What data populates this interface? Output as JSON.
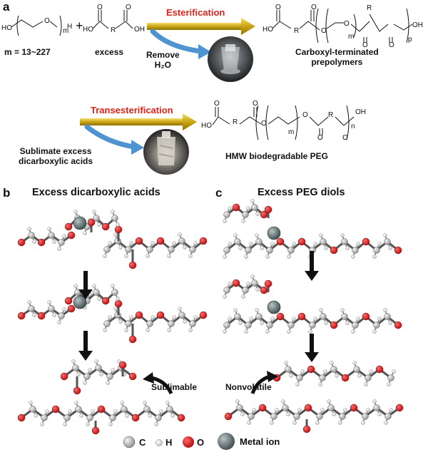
{
  "panel_a": {
    "letter": "a",
    "peg_label": "m = 13~227",
    "excess_label": "excess",
    "esterification_label": "Esterification",
    "remove_water_line1": "Remove",
    "remove_water_line2": "H₂O",
    "prepolymer_line1": "Carboxyl-terminated",
    "prepolymer_line2": "prepolymers",
    "transesterification_label": "Transesterification",
    "sublimate_line1": "Sublimate excess",
    "sublimate_line2": "dicarboxylic acids",
    "hmw_label": "HMW biodegradable PEG",
    "plus": "+",
    "chem_texts": {
      "ho": "HO",
      "h": "H",
      "m": "m",
      "o": "O",
      "oh": "OH",
      "r": "R",
      "p": "p",
      "n": "n"
    }
  },
  "panel_b": {
    "letter": "b",
    "title": "Excess dicarboxylic acids",
    "sublimable_label": "Sublimable"
  },
  "panel_c": {
    "letter": "c",
    "title": "Excess PEG diols",
    "nonvolatile_label": "Nonvolatile"
  },
  "legend": {
    "c_label": "C",
    "h_label": "H",
    "o_label": "O",
    "metal_label": "Metal ion"
  },
  "colors": {
    "esterification_arrow": "#c9a514",
    "side_arrow": "#4f93d1",
    "label_red": "#d9241c",
    "carbon_atom": "#a9a9a9",
    "oxygen_atom": "#d42020",
    "metal_atom": "#5e6e70"
  }
}
